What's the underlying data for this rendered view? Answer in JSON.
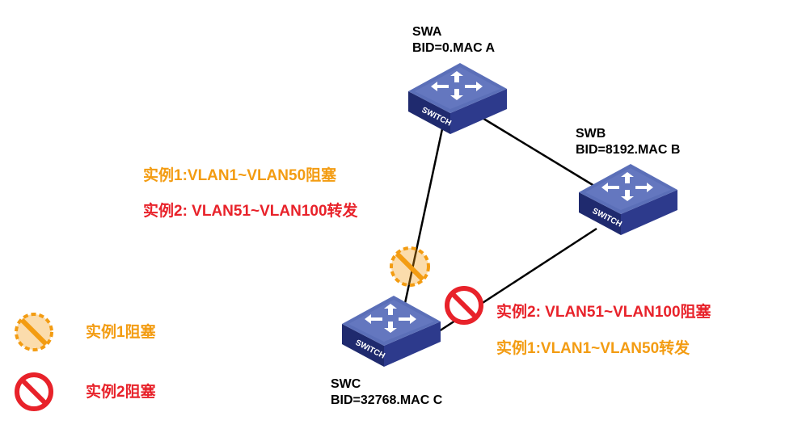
{
  "switches": {
    "swa": {
      "name": "SWA",
      "bid": "BID=0.MAC A",
      "icon_text": "SWITCH"
    },
    "swb": {
      "name": "SWB",
      "bid": "BID=8192.MAC B",
      "icon_text": "SWITCH"
    },
    "swc": {
      "name": "SWC",
      "bid": "BID=32768.MAC C",
      "icon_text": "SWITCH"
    }
  },
  "link_ac": {
    "instance1": "实例1:VLAN1~VLAN50阻塞",
    "instance2": "实例2: VLAN51~VLAN100转发"
  },
  "link_bc": {
    "instance2": "实例2: VLAN51~VLAN100阻塞",
    "instance1": "实例1:VLAN1~VLAN50转发"
  },
  "legend": {
    "instance1_block": "实例1阻塞",
    "instance2_block": "实例2阻塞"
  },
  "colors": {
    "orange": "#f39c12",
    "red": "#e8222a",
    "switch_top": "#5b6fb8",
    "switch_side": "#2a3580"
  },
  "icons": [
    "switch-icon",
    "instance1-block-icon",
    "instance2-block-icon"
  ]
}
